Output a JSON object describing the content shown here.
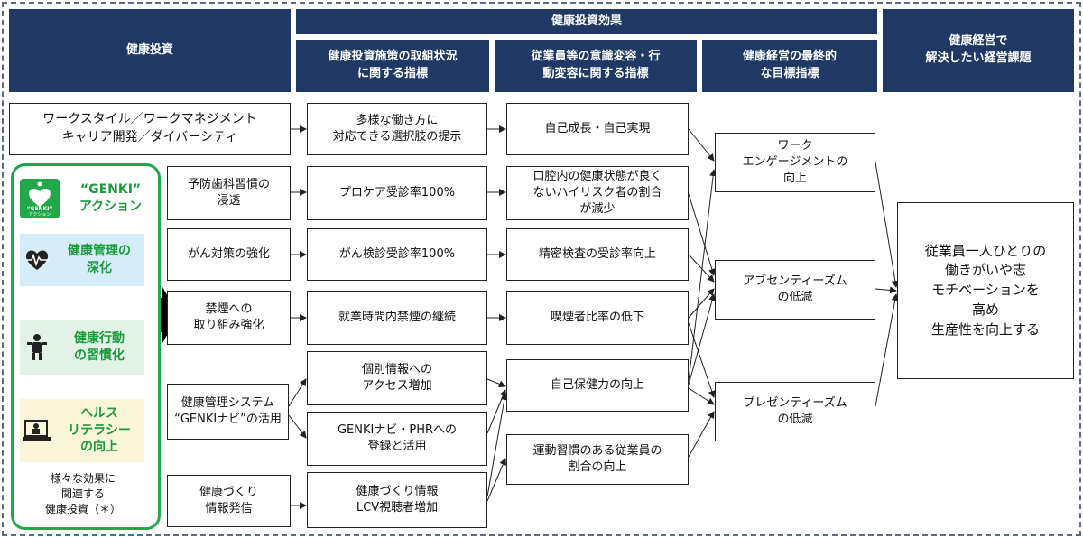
{
  "headers": {
    "investment": "健康投資",
    "effects": "健康投資効果",
    "col_initiatives": "健康投資施策の取組状況\nに関する指標",
    "col_awareness": "従業員等の意識変容・行\n動変容に関する指標",
    "col_final": "健康経営の最終的\nな目標指標",
    "col_issue": "健康経営で\n解決したい経営課題"
  },
  "genki": {
    "title": "“GENKI”\nアクション",
    "logo_text": "“GENKI”",
    "logo_sub": "アクション",
    "categories": [
      {
        "label": "健康管理の\n深化",
        "bg": "#d6ecf8",
        "icon": "heart-pulse-icon"
      },
      {
        "label": "健康行動\nの習慣化",
        "bg": "#e2f2e6",
        "icon": "person-exercise-icon"
      },
      {
        "label": "ヘルス\nリテラシー\nの向上",
        "bg": "#fbf6d9",
        "icon": "laptop-person-icon"
      }
    ],
    "note": "様々な効果に\n関連する\n健康投資（＊）"
  },
  "col1": {
    "workstyle": "ワークスタイル／ワークマネジメント\nキャリア開発／ダイバーシティ",
    "dental": "予防歯科習慣の\n浸透",
    "cancer": "がん対策の強化",
    "smoking": "禁煙への\n取り組み強化",
    "navi": "健康管理システム\n“GENKIナビ”の活用",
    "info": "健康づくり\n情報発信"
  },
  "col2": {
    "options": "多様な働き方に\n対応できる選択肢の提示",
    "procare": "プロケア受診率100%",
    "screening": "がん検診受診率100%",
    "nosmoking": "就業時間内禁煙の継続",
    "access": "個別情報への\nアクセス増加",
    "phr": "GENKIナビ・PHRへの\n登録と活用",
    "lcv": "健康づくり情報\nLCV視聴者増加"
  },
  "col3": {
    "growth": "自己成長・自己実現",
    "oral": "口腔内の健康状態が良く\nないハイリスク者の割合\nが減少",
    "detailed": "精密検査の受診率向上",
    "smokers": "喫煙者比率の低下",
    "selfcare": "自己保健力の向上",
    "exercise": "運動習慣のある従業員の\n割合の向上"
  },
  "col4": {
    "engagement": "ワーク\nエンゲージメントの\n向上",
    "absenteeism": "アブセンティーズム\nの低減",
    "presenteeism": "プレゼンティーズム\nの低減"
  },
  "goal": "従業員一人ひとりの\n働きがいや志\nモチベーションを\n高め\n生産性を向上する",
  "colors": {
    "header": "#1f3864",
    "green": "#22a84a",
    "border": "#5b6b8c"
  }
}
